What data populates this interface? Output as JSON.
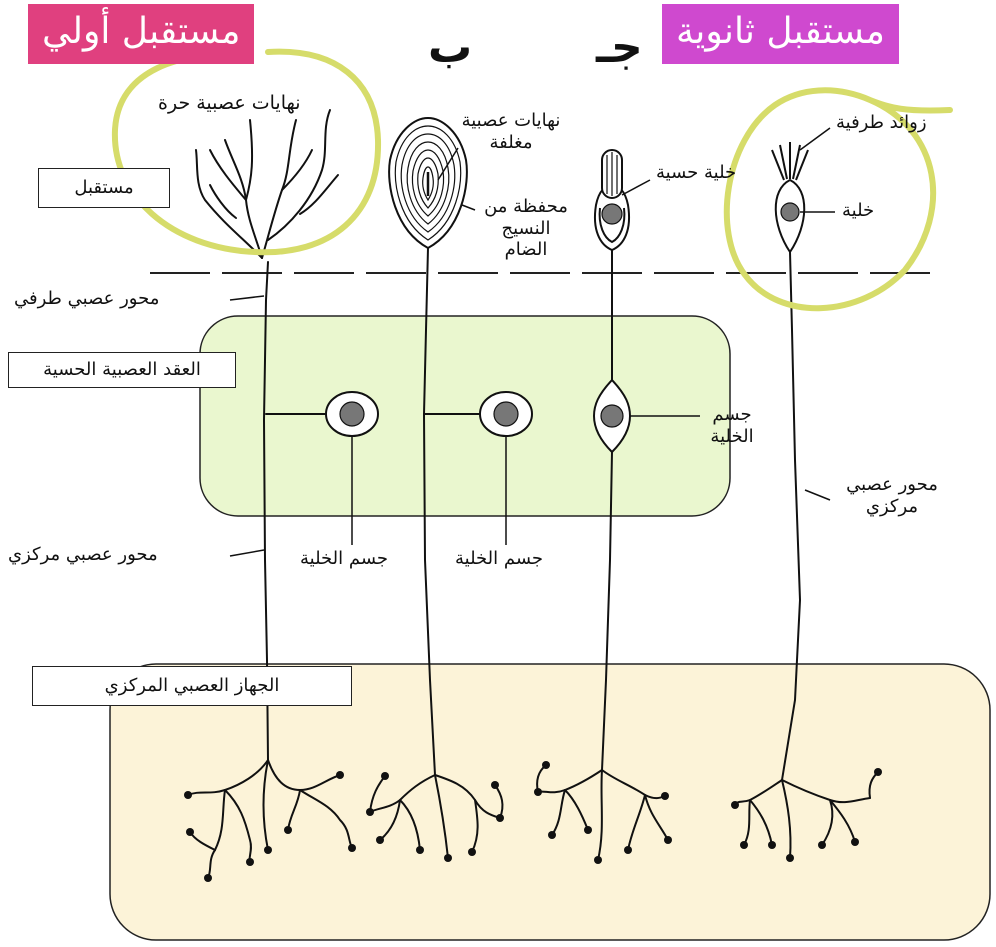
{
  "tags": {
    "primary_receptor": "مستقبل أولي",
    "secondary_receptor": "مستقبل ثانوية"
  },
  "letters": {
    "b": "ب",
    "j": "جـ"
  },
  "labels": {
    "free_nerve_endings": "نهايات عصبية حرة",
    "receptor_box": "مستقبل",
    "peripheral_axon": "محور عصبي طرفي",
    "sensory_ganglion": "العقد العصبية الحسية",
    "central_axon_left": "محور عصبي مركزي",
    "cell_body_1": "جسم الخلية",
    "cell_body_2": "جسم الخلية",
    "cell_body_3": "جسم الخلية",
    "encapsulated_endings": "نهايات عصبية مغلفة",
    "connective_capsule": "محفظة من النسيج الضام",
    "sensory_cell": "خلية حسية",
    "terminal_processes": "زوائد طرفية",
    "cell": "خلية",
    "central_axon_right": "محور عصبي مركزي",
    "cns": "الجهاز العصبي المركزي"
  },
  "colors": {
    "primary_tag": "#e0407f",
    "secondary_tag": "#cf49cf",
    "highlight_circle": "#d6dc6a",
    "ganglion_fill": "#eaf7cf",
    "cns_fill": "#fcf3d8"
  }
}
